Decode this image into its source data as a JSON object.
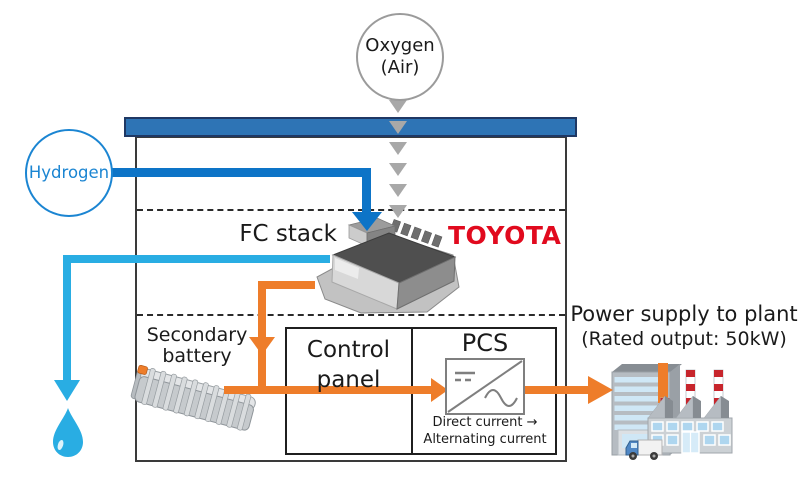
{
  "inputs": {
    "oxygen_line1": "Oxygen",
    "oxygen_line2": "(Air)",
    "hydrogen": "Hydrogen"
  },
  "brand": "TOYOTA",
  "fc_stack_label": "FC stack",
  "battery_label_line1": "Secondary",
  "battery_label_line2": "battery",
  "control_panel_line1": "Control",
  "control_panel_line2": "panel",
  "pcs_label": "PCS",
  "pcs_note_line1": "Direct current →",
  "pcs_note_line2": "Alternating current",
  "output_title": "Power supply to plant",
  "output_subtitle": "(Rated output: 50kW)",
  "colors": {
    "hydrogen_blue": "#0D74C7",
    "water_cyan": "#29ADE3",
    "power_orange": "#EE7D2A",
    "bar_blue": "#2E74B5",
    "toyota_red": "#E10A1E",
    "air_arrow_gray": "#A8A8A8"
  }
}
